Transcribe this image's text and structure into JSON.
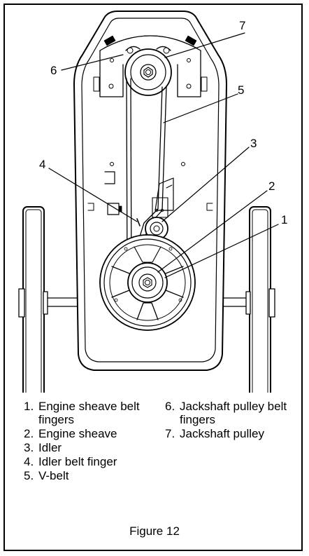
{
  "callouts": [
    {
      "id": "1",
      "label": "1"
    },
    {
      "id": "2",
      "label": "2"
    },
    {
      "id": "3",
      "label": "3"
    },
    {
      "id": "4",
      "label": "4"
    },
    {
      "id": "5",
      "label": "5"
    },
    {
      "id": "6",
      "label": "6"
    },
    {
      "id": "7",
      "label": "7"
    }
  ],
  "legend": {
    "left": [
      {
        "num": "1.",
        "text": "Engine sheave belt fingers"
      },
      {
        "num": "2.",
        "text": "Engine sheave"
      },
      {
        "num": "3.",
        "text": "Idler"
      },
      {
        "num": "4.",
        "text": "Idler belt finger"
      },
      {
        "num": "5.",
        "text": "V-belt"
      }
    ],
    "right": [
      {
        "num": "6.",
        "text": "Jackshaft pulley belt fingers"
      },
      {
        "num": "7.",
        "text": "Jackshaft pulley"
      }
    ]
  },
  "caption": "Figure 12"
}
